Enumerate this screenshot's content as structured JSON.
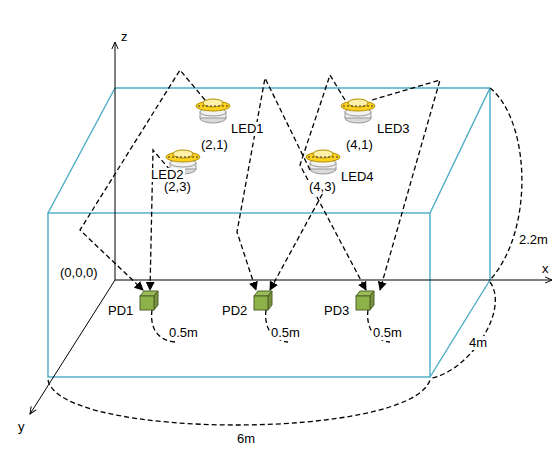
{
  "diagram": {
    "labels": [
      "z",
      "LED1",
      "(2,1)",
      "LED2",
      "(2,3)",
      "LED3",
      "(4,1)",
      "LED4",
      "(4,3)",
      "2.2m",
      "(0,0,0)",
      "x",
      "PD1",
      "0.5m",
      "PD2",
      "0.5m",
      "PD3",
      "0.5m",
      "4m",
      "y",
      "6m"
    ]
  }
}
